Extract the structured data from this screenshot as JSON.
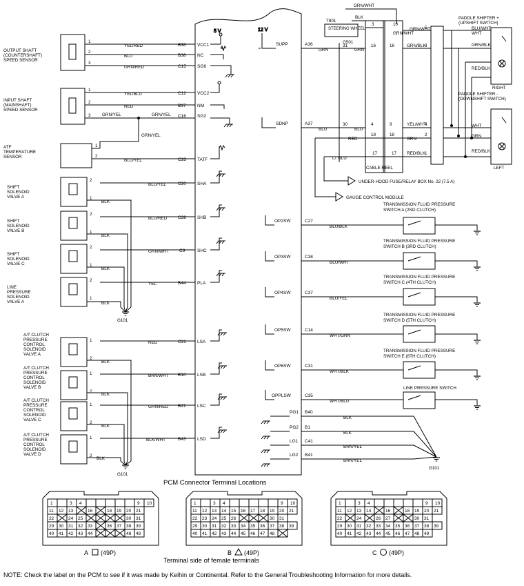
{
  "pcm": {
    "header": "PCM Connector Terminal Locations",
    "terminal_side": "Terminal side of female terminals"
  },
  "note": "NOTE: Check the label on the PCM to see if it was made by Keihin or Continental. Refer to the General Troubleshooting Information for more details.",
  "power": {
    "v5": "5 V",
    "v12": "12 V"
  },
  "components": {
    "output_shaft": [
      "OUTPUT SHAFT",
      "(COUNTERSHAFT)",
      "SPEED SENSOR"
    ],
    "input_shaft": [
      "INPUT SHAFT",
      "(MAINSHAFT)",
      "SPEED SENSOR"
    ],
    "atf_sensor": [
      "ATF",
      "TEMPERATURE",
      "SENSOR"
    ],
    "shift_a": [
      "SHIFT",
      "SOLENOID",
      "VALVE A"
    ],
    "shift_b": [
      "SHIFT",
      "SOLENOID",
      "VALVE B"
    ],
    "shift_c": [
      "SHIFT",
      "SOLENOID",
      "VALVE C"
    ],
    "line_pressure": [
      "LINE",
      "PRESSURE",
      "SOLENOID",
      "VALVE A"
    ],
    "clutch_a": [
      "A/T CLUTCH",
      "PRESSURE",
      "CONTROL",
      "SOLENOID",
      "VALVE A"
    ],
    "clutch_b": [
      "A/T CLUTCH",
      "PRESSURE",
      "CONTROL",
      "SOLENOID",
      "VALVE B"
    ],
    "clutch_c": [
      "A/T CLUTCH",
      "PRESSURE",
      "CONTROL",
      "SOLENOID",
      "VALVE C"
    ],
    "clutch_d": [
      "A/T CLUTCH",
      "PRESSURE",
      "CONTROL",
      "SOLENOID",
      "VALVE D"
    ],
    "steering_wheel": "STEERING WHEEL",
    "t801": "T801",
    "g501": "G501",
    "cable_reel": "CABLE REEL",
    "fuse_box": "UNDER-HOOD FUSE/RELAY BOX No. 22 (7.5 A)",
    "gauge_module": "GAUGE CONTROL MODULE",
    "paddle_up": [
      "PADDLE SHIFTER +",
      "(UPSHIFT SWITCH)"
    ],
    "paddle_down": [
      "PADDLE SHIFTER -",
      "(DOWNSHIFT SWITCH)"
    ],
    "right": "RIGHT",
    "left": "LEFT",
    "tfp_a": [
      "TRANSMISSION FLUID PRESSURE",
      "SWITCH A (2ND CLUTCH)"
    ],
    "tfp_b": [
      "TRANSMISSION FLUID PRESSURE",
      "SWITCH B (3RD CLUTCH)"
    ],
    "tfp_c": [
      "TRANSMISSION FLUID PRESSURE",
      "SWITCH C (4TH CLUTCH)"
    ],
    "tfp_d": [
      "TRANSMISSION FLUID PRESSURE",
      "SWITCH D (5TH CLUTCH)"
    ],
    "tfp_e": [
      "TRANSMISSION FLUID PRESSURE",
      "SWITCH E (6TH CLUTCH)"
    ],
    "line_switch": "LINE PRESSURE SWITCH"
  },
  "left_terms": [
    {
      "pin": "B36",
      "sig": "VCC1",
      "wire": "YEL/RED"
    },
    {
      "pin": "B38",
      "sig": "NC",
      "wire": "BLU"
    },
    {
      "pin": "C15",
      "sig": "SG6",
      "wire": "GRN/RED"
    },
    {
      "pin": "C12",
      "sig": "VCC2",
      "wire": "YEL/BLU"
    },
    {
      "pin": "B37",
      "sig": "NM",
      "wire": "RED"
    },
    {
      "pin": "C16",
      "sig": "SG2",
      "wire": "GRN/YEL"
    },
    {
      "pin": "C33",
      "sig": "TATF",
      "wire": "BLU/YEL"
    },
    {
      "pin": "C20",
      "sig": "SHA",
      "wire": "BLU/YEL"
    },
    {
      "pin": "C28",
      "sig": "SHB",
      "wire": "BLU/RED"
    },
    {
      "pin": "C9",
      "sig": "SHC",
      "wire": "GRN/WHT"
    },
    {
      "pin": "B44",
      "sig": "PLA",
      "wire": "YEL"
    },
    {
      "pin": "C21",
      "sig": "LSA",
      "wire": "RED"
    },
    {
      "pin": "B10",
      "sig": "LSB",
      "wire": "BRN/WHT"
    },
    {
      "pin": "B21",
      "sig": "LSC",
      "wire": "GRN/RED"
    },
    {
      "pin": "B43",
      "sig": "LSD",
      "wire": "BLK/WHT"
    }
  ],
  "right_terms": [
    {
      "pin": "A36",
      "sig": "SUPP",
      "wire": "GRN"
    },
    {
      "pin": "A37",
      "sig": "SDNP",
      "wire": "BLU"
    },
    {
      "pin": "C27",
      "sig": "OP2SW",
      "wire": "BLU/BLK"
    },
    {
      "pin": "C38",
      "sig": "OP3SW",
      "wire": "BLU/WHT"
    },
    {
      "pin": "C37",
      "sig": "OP4SW",
      "wire": "BLU/YEL"
    },
    {
      "pin": "C14",
      "sig": "OP5SW",
      "wire": "WHT/GRN"
    },
    {
      "pin": "C31",
      "sig": "OP6SW",
      "wire": "WHT/BLK"
    },
    {
      "pin": "C35",
      "sig": "OPPLSW",
      "wire": "WHT/BLU"
    },
    {
      "pin": "B40",
      "sig": "PG1",
      "wire": "BLK"
    },
    {
      "pin": "B1",
      "sig": "PG2",
      "wire": "BLK"
    },
    {
      "pin": "C41",
      "sig": "LG1",
      "wire": "BRN/YEL"
    },
    {
      "pin": "B41",
      "sig": "LG2",
      "wire": "BRN/YEL"
    }
  ],
  "other_wires": {
    "grn_yel": "GRN/YEL",
    "blk": "BLK",
    "yel": "YEL",
    "grn_wht": "GRN/WHT",
    "lt_blu": "LT BLU",
    "red": "RED",
    "grn": "GRN",
    "blu": "BLU",
    "blu_wht": "BLU/WHT",
    "grn_blk": "GRN/BLK",
    "yel_wht": "YEL/WHT",
    "wht": "WHT",
    "red_blk": "RED/BLK"
  },
  "reel_pins": [
    "3",
    "10",
    "5",
    "31",
    "16",
    "16",
    "3",
    "30",
    "4",
    "9",
    "4",
    "18",
    "18",
    "2",
    "17",
    "17",
    "1"
  ],
  "grounds": {
    "g101": "G101"
  },
  "pin_nums": [
    "1",
    "2",
    "3"
  ],
  "connectors": [
    {
      "label": "A",
      "shape": "square",
      "pins": "(49P)",
      "rows": [
        [
          "11",
          "12",
          "13",
          "",
          "16",
          "",
          "18",
          "19",
          "20",
          "21"
        ],
        [
          "22",
          "",
          "24",
          "25",
          "",
          "",
          "",
          "",
          "30",
          "31"
        ],
        [
          "29",
          "30",
          "31",
          "32",
          "33",
          "",
          "36",
          "37",
          "38",
          "39"
        ],
        [
          "40",
          "41",
          "42",
          "43",
          "44",
          "",
          "",
          "",
          "48",
          "49"
        ]
      ]
    },
    {
      "label": "B",
      "shape": "triangle",
      "pins": "(49P)",
      "rows": [
        [
          "11",
          "12",
          "13",
          "14",
          "15",
          "16",
          "17",
          "18",
          "19",
          "20",
          "21"
        ],
        [
          "22",
          "23",
          "24",
          "25",
          "26",
          "",
          "",
          "",
          "30",
          "31"
        ],
        [
          "29",
          "30",
          "31",
          "32",
          "33",
          "34",
          "35",
          "36",
          "37",
          "38",
          "39"
        ],
        [
          "40",
          "41",
          "42",
          "43",
          "44",
          "45",
          "46",
          "47",
          "48",
          ""
        ]
      ]
    },
    {
      "label": "C",
      "shape": "circle",
      "pins": "(49P)",
      "rows": [
        [
          "11",
          "12",
          "13",
          "14",
          "",
          "16",
          "",
          "18",
          "19",
          "20",
          "21"
        ],
        [
          "22",
          "",
          "24",
          "",
          "26",
          "27",
          "",
          "",
          "30",
          "31"
        ],
        [
          "29",
          "30",
          "31",
          "32",
          "33",
          "34",
          "35",
          "36",
          "37",
          "38",
          "39"
        ],
        [
          "40",
          "41",
          "42",
          "43",
          "44",
          "45",
          "46",
          "47",
          "48",
          "49"
        ]
      ]
    }
  ],
  "conn_top": [
    "1",
    "",
    "3",
    "4",
    "",
    "",
    "",
    "",
    "",
    "9",
    "10"
  ]
}
